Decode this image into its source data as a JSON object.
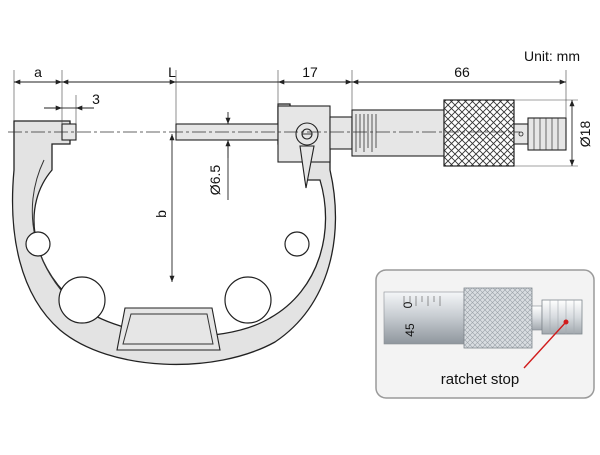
{
  "unit_label": "Unit: mm",
  "dimensions": {
    "a": "a",
    "L": "L",
    "three": "3",
    "seventeen": "17",
    "sixtysix": "66",
    "b": "b",
    "spindle_dia": "Ø6.5",
    "thimble_dia": "Ø18"
  },
  "inset": {
    "callout": "ratchet stop",
    "scale_marks": [
      "0",
      "45"
    ]
  },
  "colors": {
    "frame_fill": "#e3e3e3",
    "outline": "#222222",
    "inset_border": "#9a9a9a",
    "callout_pointer": "#d11c1c",
    "inset_bg": "#f3f3f3"
  }
}
